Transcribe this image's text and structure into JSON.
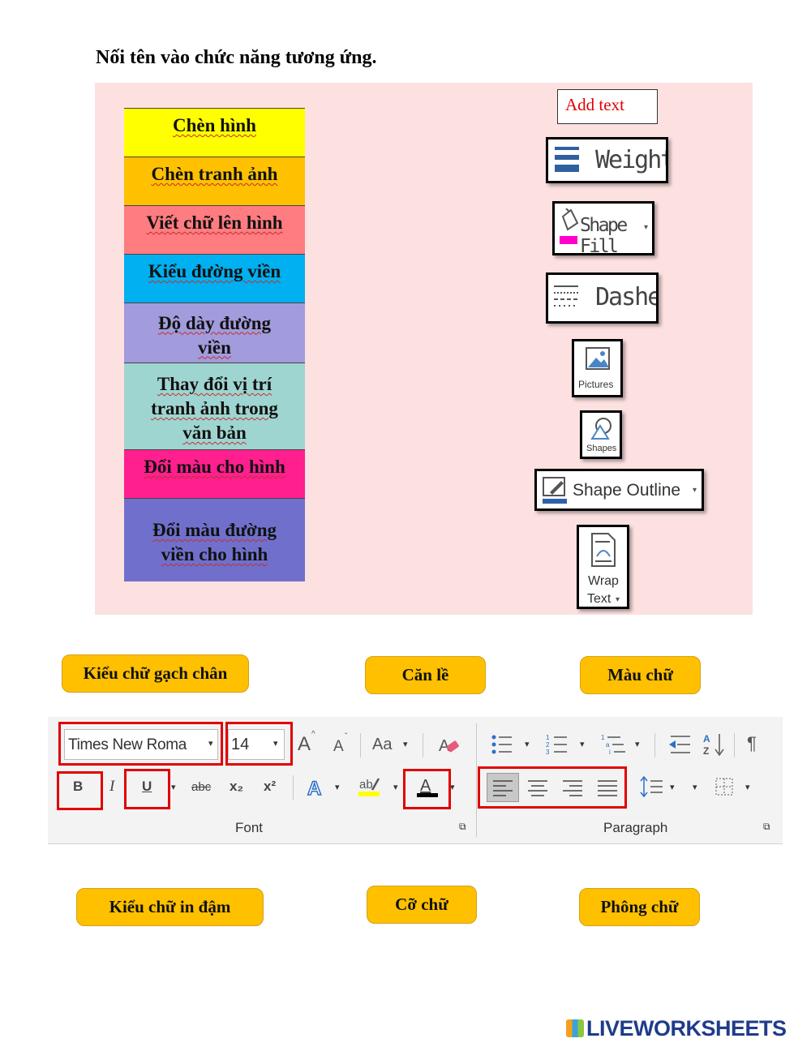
{
  "heading": "Nối tên vào chức năng tương ứng.",
  "names": [
    {
      "line1": "Chèn hình",
      "line2": "",
      "line3": "",
      "color": "#ffff00"
    },
    {
      "line1": "Chèn tranh ảnh",
      "line2": "",
      "line3": "",
      "color": "#ffc000"
    },
    {
      "line1": "Viết chữ lên hình",
      "line2": "",
      "line3": "",
      "color": "#ff7c80"
    },
    {
      "line1": "Kiểu đường viền",
      "line2": "",
      "line3": "",
      "color": "#00b0f0"
    },
    {
      "line1": "Độ dày đường",
      "line2": "viền",
      "line3": "",
      "color": "#a29bdc"
    },
    {
      "line1": "Thay đổi vị trí",
      "line2": "tranh ảnh trong",
      "line3": "văn bản",
      "color": "#9fd5d1"
    },
    {
      "line1": "Đổi màu cho hình",
      "line2": "",
      "line3": "",
      "color": "#ff1f8e"
    },
    {
      "line1": "Đổi màu đường",
      "line2": "viền cho hình",
      "line3": "",
      "color": "#7070cc"
    }
  ],
  "tools": {
    "add_text": "Add text",
    "weight": "Weight",
    "shape_fill": "Shape Fill",
    "dashes": "Dashes",
    "pictures": "Pictures",
    "shapes": "Shapes",
    "shape_outline": "Shape Outline",
    "wrap_line1": "Wrap",
    "wrap_line2": "Text"
  },
  "labels": {
    "underline": "Kiểu chữ gạch chân",
    "align": "Căn lề",
    "font_color": "Màu chữ",
    "bold": "Kiểu chữ in đậm",
    "font_size": "Cỡ chữ",
    "font_face": "Phông chữ"
  },
  "ribbon": {
    "font_name": "Times New Roma",
    "font_size": "14",
    "grow": "A",
    "shrink": "A",
    "change_case": "Aa",
    "bold": "B",
    "italic": "I",
    "underline": "U",
    "strike": "abc",
    "sub": "x₂",
    "sup": "x²",
    "pilcrow": "¶",
    "font_group": "Font",
    "paragraph_group": "Paragraph"
  },
  "footer": "LIVEWORKSHEETS",
  "colors": {
    "pink_area": "#fde1e1",
    "label_fill": "#ffc000",
    "highlight_red": "#e00000",
    "footer_blue": "#1f3c8a"
  }
}
